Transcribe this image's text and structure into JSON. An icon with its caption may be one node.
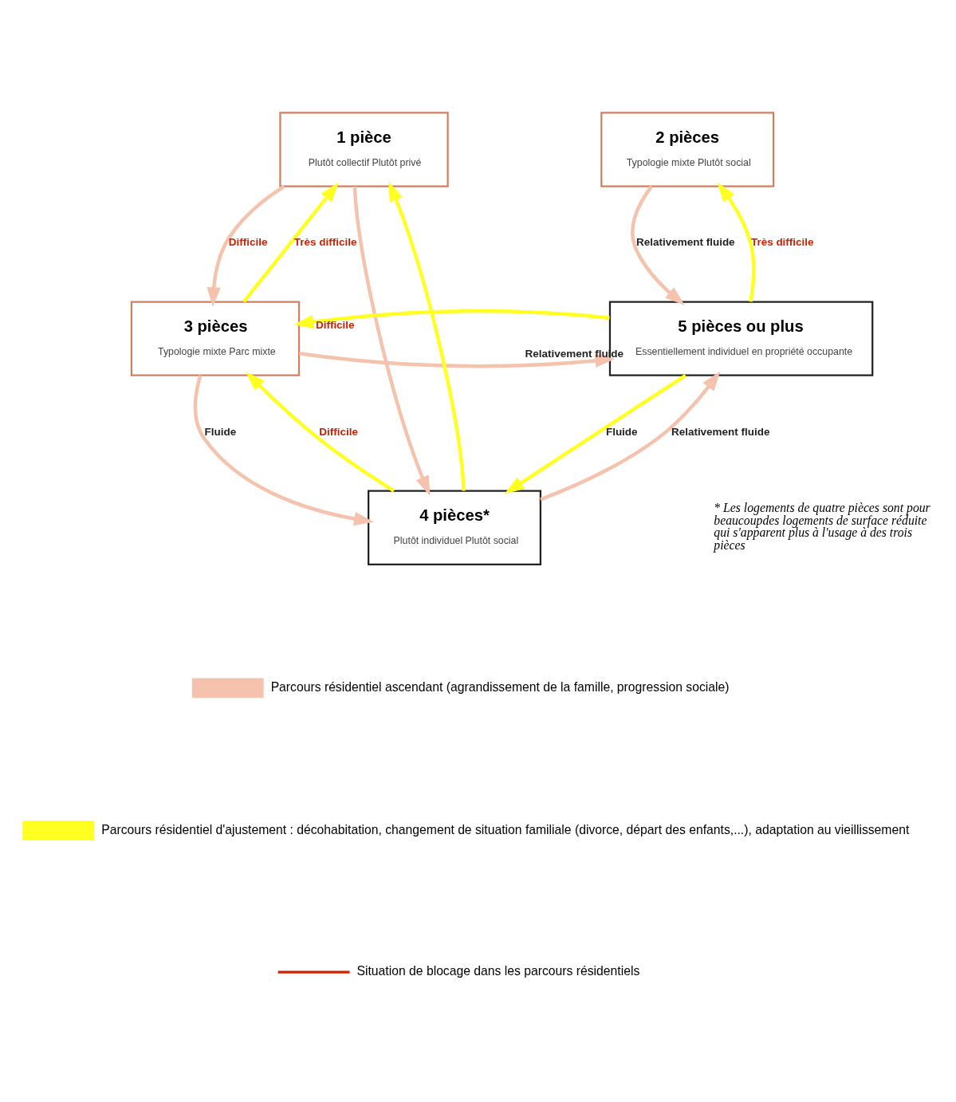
{
  "diagram": {
    "nodes": [
      {
        "text": [
          "1 pièce",
          "Plutôt collectif Plutôt privé"
        ]
      },
      {
        "text": [
          "2 pièces",
          "Typologie mixte Plutôt social"
        ]
      },
      {
        "text": [
          "3 pièces",
          "Typologie mixte Parc mixte"
        ]
      },
      {
        "text": [
          "5 pièces ou plus",
          "Essentiellement individuel en propriété occupante"
        ]
      },
      {
        "text": [
          "4 pièces*",
          "Plutôt individuel Plutôt social"
        ]
      }
    ],
    "edges": [
      {
        "from": 2,
        "to": 0,
        "arrow": "to",
        "label": "Très difficile",
        "color": "#ffff22"
      },
      {
        "from": 0,
        "to": 2,
        "arrow": "to",
        "label": "Difficile",
        "color": "#f5c3ad"
      },
      {
        "from": 1,
        "to": 3,
        "arrow": "to",
        "label": "Relativement fluide",
        "color": "#f5c3ad"
      },
      {
        "from": 3,
        "to": 1,
        "arrow": "to",
        "label": "Très difficile",
        "color": "#ffff22"
      },
      {
        "from": 2,
        "to": 3,
        "arrow": "to",
        "label": "Relativement fluide",
        "color": "#f5c3ad"
      },
      {
        "from": 3,
        "to": 2,
        "arrow": "to",
        "label": "Difficile",
        "color": "#ffff22"
      },
      {
        "from": 4,
        "to": 0,
        "arrow": "to",
        "color": "#ffff22"
      },
      {
        "from": 0,
        "to": 4,
        "arrow": "to",
        "color": "#f5c3ad"
      },
      {
        "from": 2,
        "to": 4,
        "arrow": "to",
        "label": "Fluide",
        "color": "#f5c3ad"
      },
      {
        "from": 4,
        "to": 2,
        "arrow": "to",
        "label": "Difficile",
        "color": "#ffff22"
      },
      {
        "from": 4,
        "to": 3,
        "arrow": "to",
        "label": "Relativement fluide",
        "color": "#f5c3ad"
      },
      {
        "from": 3,
        "to": 4,
        "arrow": "to",
        "label": "Fluide",
        "color": "#ffff22"
      }
    ],
    "labels": [
      "* Les logements de quatre pièces sont pour beaucoupdes logements de surface réduite qui s'apparent plus à l'usage à des trois pièces"
    ],
    "legend": [
      {
        "text": "Parcours résidentiel ascendant (agrandissement de la famille, progression sociale)",
        "color": "#f5c3ad"
      },
      {
        "text": "Parcours résidentiel d'ajustement : décohabitation, changement de situation familiale (divorce, départ des enfants,...), adaptation au vieillissement",
        "color": "#ffff22"
      },
      {
        "text": "Situation de blocage dans les parcours résidentiels"
      }
    ]
  }
}
